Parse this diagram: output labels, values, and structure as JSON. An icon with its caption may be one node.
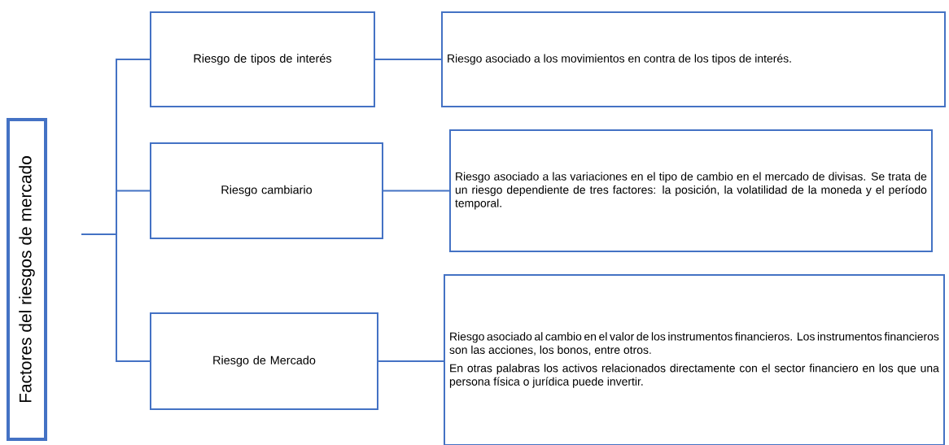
{
  "diagram": {
    "nodes": [
      {
        "text": [
          "Factores del riesgos de mercado"
        ]
      },
      {
        "text": [
          "Riesgo de tipos de interés"
        ]
      },
      {
        "text": [
          "Riesgo cambiario"
        ]
      },
      {
        "text": [
          "Riesgo de Mercado"
        ]
      },
      {
        "text": [
          "Riesgo asociado a los movimientos en contra de los tipos de interés."
        ]
      },
      {
        "text": [
          "Riesgo asociado a las variaciones en el tipo de cambio en el mercado de divisas. Se trata de un riesgo dependiente de tres factores: la posición, la volatilidad de la moneda y el período temporal."
        ]
      },
      {
        "text": [
          "Riesgo asociado al cambio en el valor de los instrumentos financieros. Los instrumentos financieros son las acciones, los bonos, entre otros.",
          "En otras palabras los activos relacionados directamente con el sector financiero en los que una persona física o jurídica puede invertir."
        ]
      }
    ],
    "edges": [
      {
        "from": null,
        "to": 1,
        "arrow": "none"
      },
      {
        "from": null,
        "to": 2,
        "arrow": "none"
      },
      {
        "from": null,
        "to": 3,
        "arrow": "none"
      },
      {
        "from": 1,
        "to": 4,
        "arrow": "none"
      },
      {
        "from": 2,
        "to": 5,
        "arrow": "none"
      },
      {
        "from": 3,
        "to": 6,
        "arrow": "none"
      }
    ]
  }
}
